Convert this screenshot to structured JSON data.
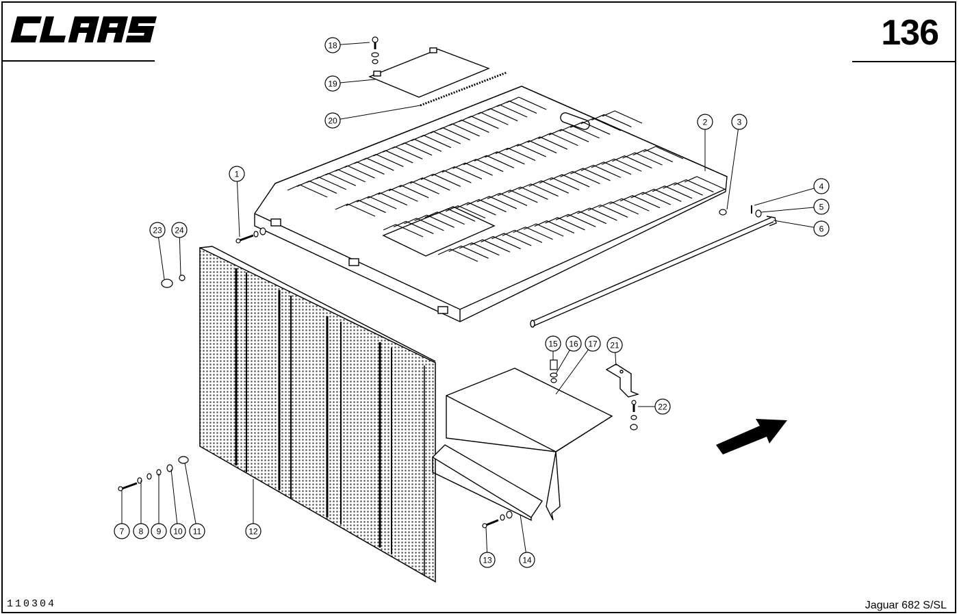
{
  "header": {
    "brand": "CLAAS",
    "page_number": "136"
  },
  "footer": {
    "reference": "110304",
    "model": "Jaguar 682 S/SL"
  },
  "callouts": [
    {
      "num": "1"
    },
    {
      "num": "2"
    },
    {
      "num": "3"
    },
    {
      "num": "4"
    },
    {
      "num": "5"
    },
    {
      "num": "6"
    },
    {
      "num": "7"
    },
    {
      "num": "8"
    },
    {
      "num": "9"
    },
    {
      "num": "10"
    },
    {
      "num": "11"
    },
    {
      "num": "12"
    },
    {
      "num": "13"
    },
    {
      "num": "14"
    },
    {
      "num": "15"
    },
    {
      "num": "16"
    },
    {
      "num": "17"
    },
    {
      "num": "18"
    },
    {
      "num": "19"
    },
    {
      "num": "20"
    },
    {
      "num": "21"
    },
    {
      "num": "22"
    },
    {
      "num": "23"
    },
    {
      "num": "24"
    }
  ],
  "colors": {
    "ink": "#000000",
    "paper": "#ffffff"
  }
}
